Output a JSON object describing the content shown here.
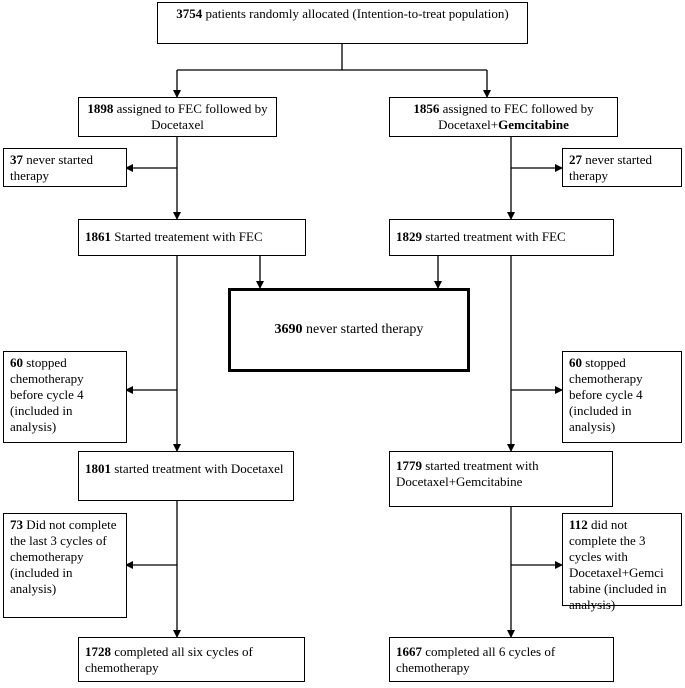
{
  "top": {
    "num": "3754",
    "text": " patients randomly allocated (Intention-to-treat population)"
  },
  "left": {
    "assigned": {
      "num": "1898",
      "text": " assigned to FEC followed by Docetaxel"
    },
    "never": {
      "num": "37",
      "text": " never started therapy"
    },
    "started_fec": {
      "num": "1861",
      "text": " Started treatement with FEC"
    },
    "stopped": {
      "num": "60",
      "text": " stopped chemotherapy before cycle 4 (included in analysis)"
    },
    "started_doc": {
      "num": "1801",
      "text": " started treatment with Docetaxel"
    },
    "not_complete": {
      "num": "73",
      "text": " Did not complete the last 3 cycles of chemotherapy (included in analysis)"
    },
    "completed": {
      "num": "1728",
      "text": " completed all six cycles of chemotherapy"
    }
  },
  "right": {
    "assigned": {
      "num": "1856",
      "text": " assigned to FEC followed by Docetaxel+",
      "bold_tail": "Gemcitabine"
    },
    "never": {
      "num": "27",
      "text": " never started therapy"
    },
    "started_fec": {
      "num": "1829",
      "text": " started treatment with FEC"
    },
    "stopped": {
      "num": "60",
      "text": " stopped chemotherapy before cycle 4 (included in analysis)"
    },
    "started_doc": {
      "num": "1779",
      "text": " started treatment with Docetaxel+Gemcitabine"
    },
    "not_complete": {
      "num": "112",
      "text": " did not complete the 3 cycles with Docetaxel+Gemci tabine (included in analysis)"
    },
    "completed": {
      "num": "1667",
      "text": " completed all 6 cycles of chemotherapy"
    }
  },
  "middle": {
    "num": "3690",
    "text": " never started therapy"
  }
}
